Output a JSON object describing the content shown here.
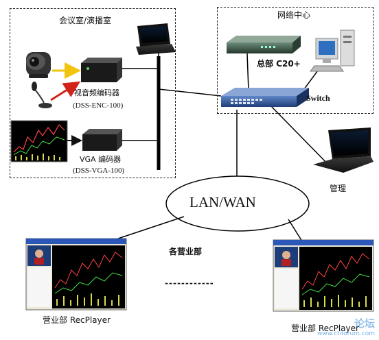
{
  "regions": {
    "meeting_room": "会议室/演播室",
    "network_center": "网络中心"
  },
  "devices": {
    "av_encoder": {
      "name": "视音频编码器",
      "model": "(DSS-ENC-100)"
    },
    "vga_encoder": {
      "name": "VGA 编码器",
      "model": "(DSS-VGA-100)"
    },
    "hq_server": "总部 C20+",
    "switch": "Switch",
    "management": "管理"
  },
  "network": {
    "label": "LAN/WAN"
  },
  "branches": {
    "title": "各营业部",
    "left_label": "营业部 RecPlayer",
    "right_label": "营业部 RecPlayer",
    "ellipsis": "------------"
  },
  "watermark": {
    "logo": "论坛",
    "url": "www.ctiforum.com"
  },
  "colors": {
    "arrow_yellow": "#f2c40f",
    "arrow_red": "#d2231b",
    "switch_blue": "#2b4e8c",
    "server_green": "#3c5a4a",
    "watermark_blue": "#3a8fd8"
  }
}
